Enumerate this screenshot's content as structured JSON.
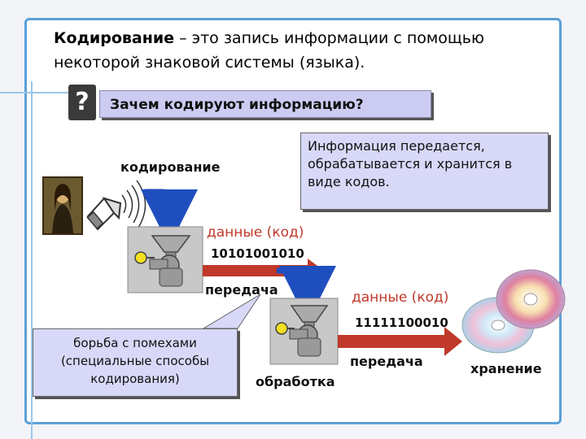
{
  "title": {
    "term": "Кодирование",
    "definition": " – это запись информации с помощью",
    "line2": "некоторой знаковой системы (языка)."
  },
  "question": {
    "badge": "?",
    "text": "Зачем кодируют информацию?"
  },
  "info_box": {
    "line1": "Информация передается,",
    "line2": "обрабатывается и хранится в",
    "line3": "виде кодов."
  },
  "labels": {
    "encoding": "кодирование",
    "data_code_1": "данные (код)",
    "code_1": "10101001010",
    "transfer_1": "передача",
    "data_code_2": "данные (код)",
    "code_2": "11111100010",
    "transfer_2": "передача",
    "processing": "обработка",
    "storage": "хранение"
  },
  "noise_box": {
    "line1": "борьба с помехами",
    "line2": "(специальные способы",
    "line3": "кодирования)"
  },
  "colors": {
    "frame": "#5aa0d8",
    "arrow_blue": "#1f4fbf",
    "arrow_red": "#c0392b",
    "box_fill": "#d8d8f8"
  }
}
